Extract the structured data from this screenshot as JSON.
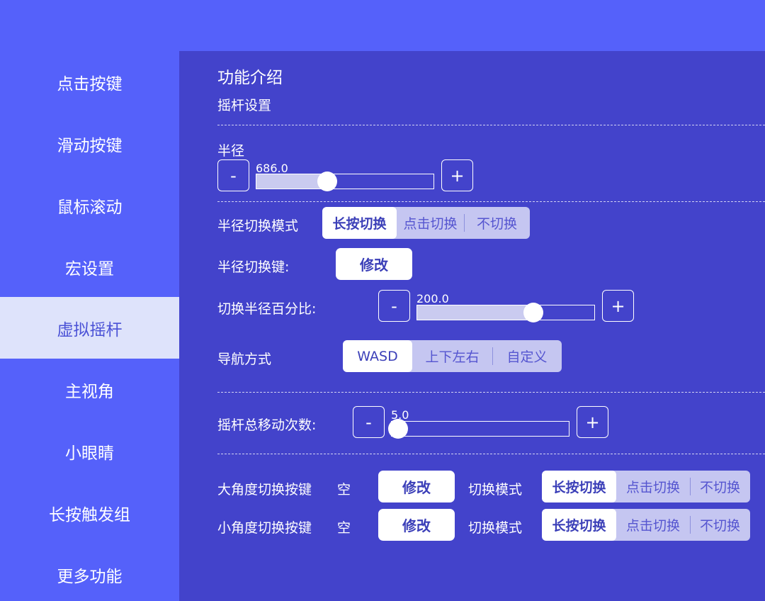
{
  "sidebar": {
    "items": [
      {
        "label": "点击按键"
      },
      {
        "label": "滑动按键"
      },
      {
        "label": "鼠标滚动"
      },
      {
        "label": "宏设置"
      },
      {
        "label": "虚拟摇杆"
      },
      {
        "label": "主视角"
      },
      {
        "label": "小眼睛"
      },
      {
        "label": "长按触发组"
      },
      {
        "label": "更多功能"
      }
    ],
    "active_index": 4
  },
  "main": {
    "title": "功能介绍",
    "subtitle": "摇杆设置",
    "radius": {
      "label": "半径",
      "value": "686.0",
      "fraction": 0.4,
      "minus": "-",
      "plus": "+"
    },
    "radius_switch_mode": {
      "label": "半径切换模式",
      "options": [
        "长按切换",
        "点击切换",
        "不切换"
      ],
      "selected": 0
    },
    "radius_switch_key": {
      "label": "半径切换键:",
      "button": "修改"
    },
    "switch_radius_percent": {
      "label": "切换半径百分比:",
      "value": "200.0",
      "fraction": 0.65,
      "minus": "-",
      "plus": "+"
    },
    "nav_mode": {
      "label": "导航方式",
      "options": [
        "WASD",
        "上下左右",
        "自定义"
      ],
      "selected": 0
    },
    "joystick_moves": {
      "label": "摇杆总移动次数:",
      "value": "5.0",
      "fraction": 0.0,
      "minus": "-",
      "plus": "+"
    },
    "big_angle": {
      "label": "大角度切换按键",
      "key_value": "空",
      "button": "修改",
      "mode_label": "切换模式",
      "options": [
        "长按切换",
        "点击切换",
        "不切换"
      ],
      "selected": 0
    },
    "small_angle": {
      "label": "小角度切换按键",
      "key_value": "空",
      "button": "修改",
      "mode_label": "切换模式",
      "options": [
        "长按切换",
        "点击切换",
        "不切换"
      ],
      "selected": 0
    }
  }
}
